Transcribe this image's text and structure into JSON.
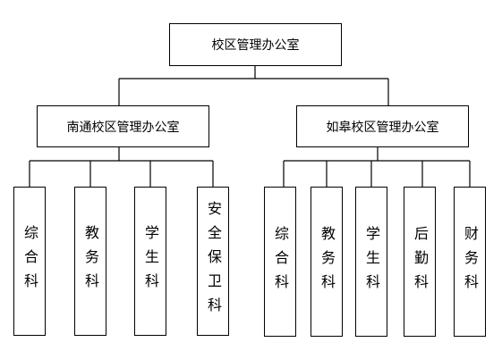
{
  "root": {
    "label": "校区管理办公室"
  },
  "campuses": [
    {
      "label": "南通校区管理办公室",
      "departments": [
        "综合科",
        "教务科",
        "学生科",
        "安全保卫科"
      ]
    },
    {
      "label": "如皋校区管理办公室",
      "departments": [
        "综合科",
        "教务科",
        "学生科",
        "后勤科",
        "财务科"
      ]
    }
  ],
  "colors": {
    "line": "#000000",
    "box_border": "#000000",
    "background": "#ffffff"
  }
}
